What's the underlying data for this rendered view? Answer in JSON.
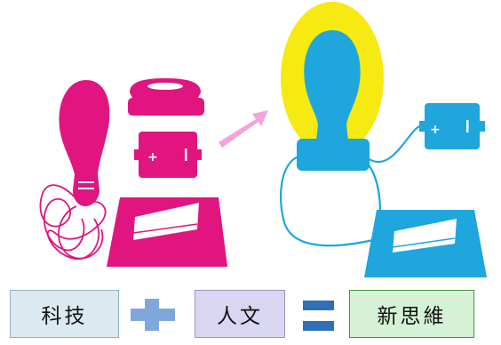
{
  "equation": {
    "term1": "科技",
    "term2": "人文",
    "result": "新思維"
  },
  "colors": {
    "magenta": "#e0157f",
    "blue": "#1ea6dd",
    "yellow": "#f6ea12",
    "arrow": "#f4a3dd"
  }
}
